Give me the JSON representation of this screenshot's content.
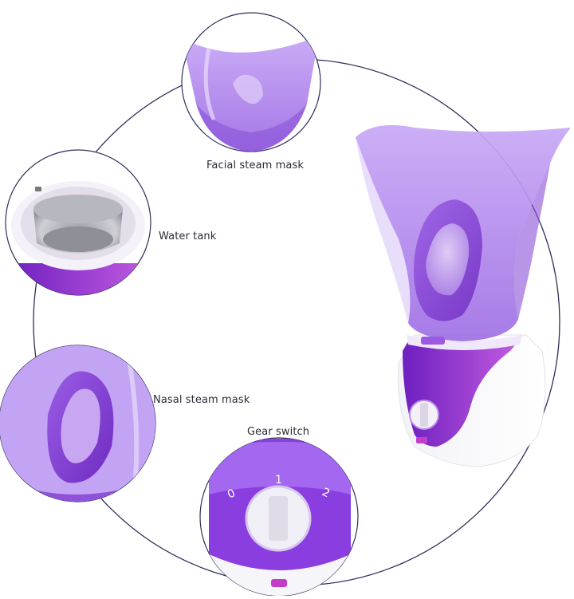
{
  "labels": {
    "facial_steam_mask": "Facial steam mask",
    "water_tank": "Water tank",
    "nasal_steam_mask": "Nasal steam mask",
    "gear_switch": "Gear switch"
  },
  "gear_switch_positions": [
    "0",
    "1",
    "2"
  ],
  "colors": {
    "purple_light": "#c7a7f2",
    "purple_mid": "#a77ee6",
    "purple_deep": "#7a2cc6",
    "white": "#ffffff",
    "circle_line": "#2e2f5a"
  }
}
